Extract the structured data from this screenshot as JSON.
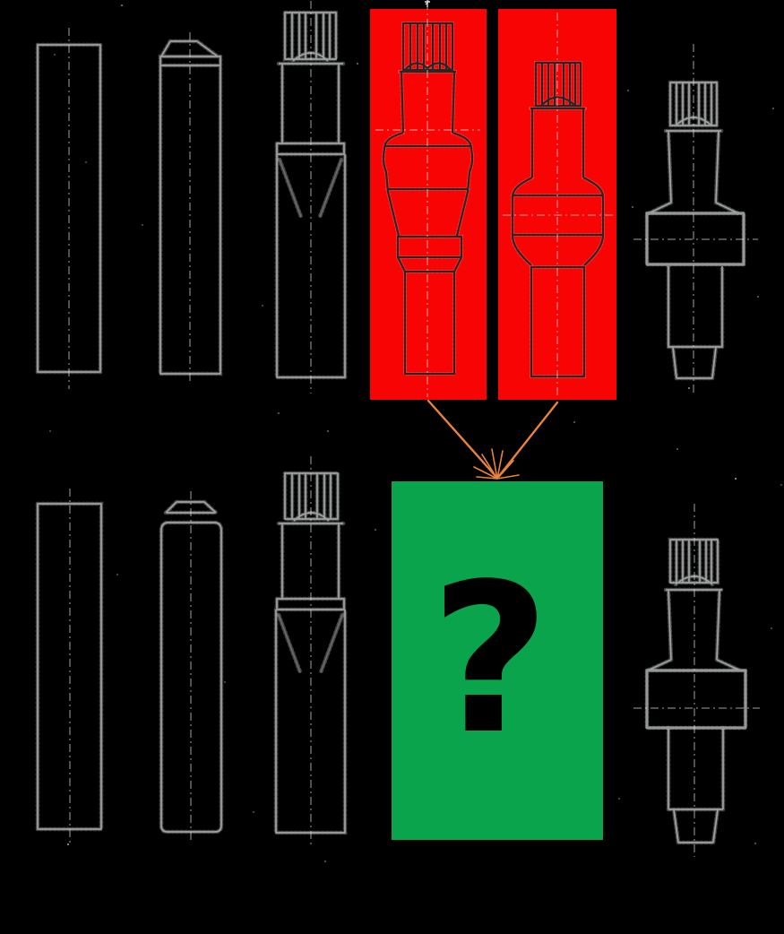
{
  "palette": {
    "background": "#000000",
    "highlight_box_red": "#f90404",
    "answer_box_green": "#0aa44c",
    "arrow_orange": "#e8833b",
    "sketch_line_gray": "#a0a4a0",
    "sketch_line_dark": "#262626",
    "question_mark_color": "#000000"
  },
  "puzzle": {
    "question_mark": "?",
    "top_row": [
      {
        "name": "plain-cylinder-blank",
        "highlighted": false
      },
      {
        "name": "chamfered-top-blank",
        "highlighted": false
      },
      {
        "name": "splined-shank-straight-body",
        "highlighted": false
      },
      {
        "name": "splined-shank-tapered-collar",
        "highlighted": true
      },
      {
        "name": "splined-shank-barrel-collar",
        "highlighted": true
      },
      {
        "name": "splined-shank-square-collar-pilot",
        "highlighted": false
      }
    ],
    "bottom_row": [
      {
        "name": "plain-cylinder-blank",
        "highlighted": false
      },
      {
        "name": "dome-top-blank",
        "highlighted": false
      },
      {
        "name": "splined-shank-straight-body",
        "highlighted": false
      },
      {
        "name": "answer-slot",
        "is_answer_slot": true
      },
      {
        "name": "splined-shank-square-collar-pilot",
        "highlighted": false
      }
    ],
    "arrows": [
      {
        "from": "top-row-item-4",
        "to": "answer-slot"
      },
      {
        "from": "top-row-item-5",
        "to": "answer-slot"
      }
    ]
  }
}
